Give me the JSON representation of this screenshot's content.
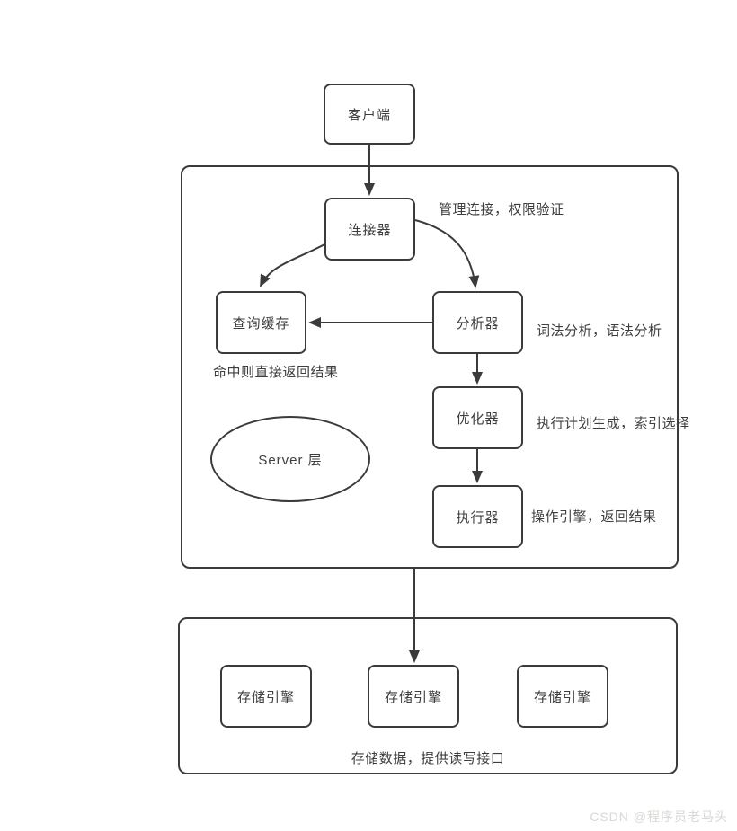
{
  "diagram": {
    "client": "客户端",
    "server_layer_label": "Server 层",
    "connector": "连接器",
    "connector_note": "管理连接，权限验证",
    "query_cache": "查询缓存",
    "query_cache_note": "命中则直接返回结果",
    "analyzer": "分析器",
    "analyzer_note": "词法分析，语法分析",
    "optimizer": "优化器",
    "optimizer_note": "执行计划生成，索引选择",
    "executor": "执行器",
    "executor_note": "操作引擎，返回结果",
    "storage_engines": [
      "存储引擎",
      "存储引擎",
      "存储引擎"
    ],
    "storage_note": "存储数据，提供读写接口"
  },
  "watermark": "CSDN @程序员老马头",
  "colors": {
    "line": "#3b3b3b",
    "text": "#3d3d3d",
    "watermark": "#d8d8d4",
    "background": "#ffffff"
  }
}
